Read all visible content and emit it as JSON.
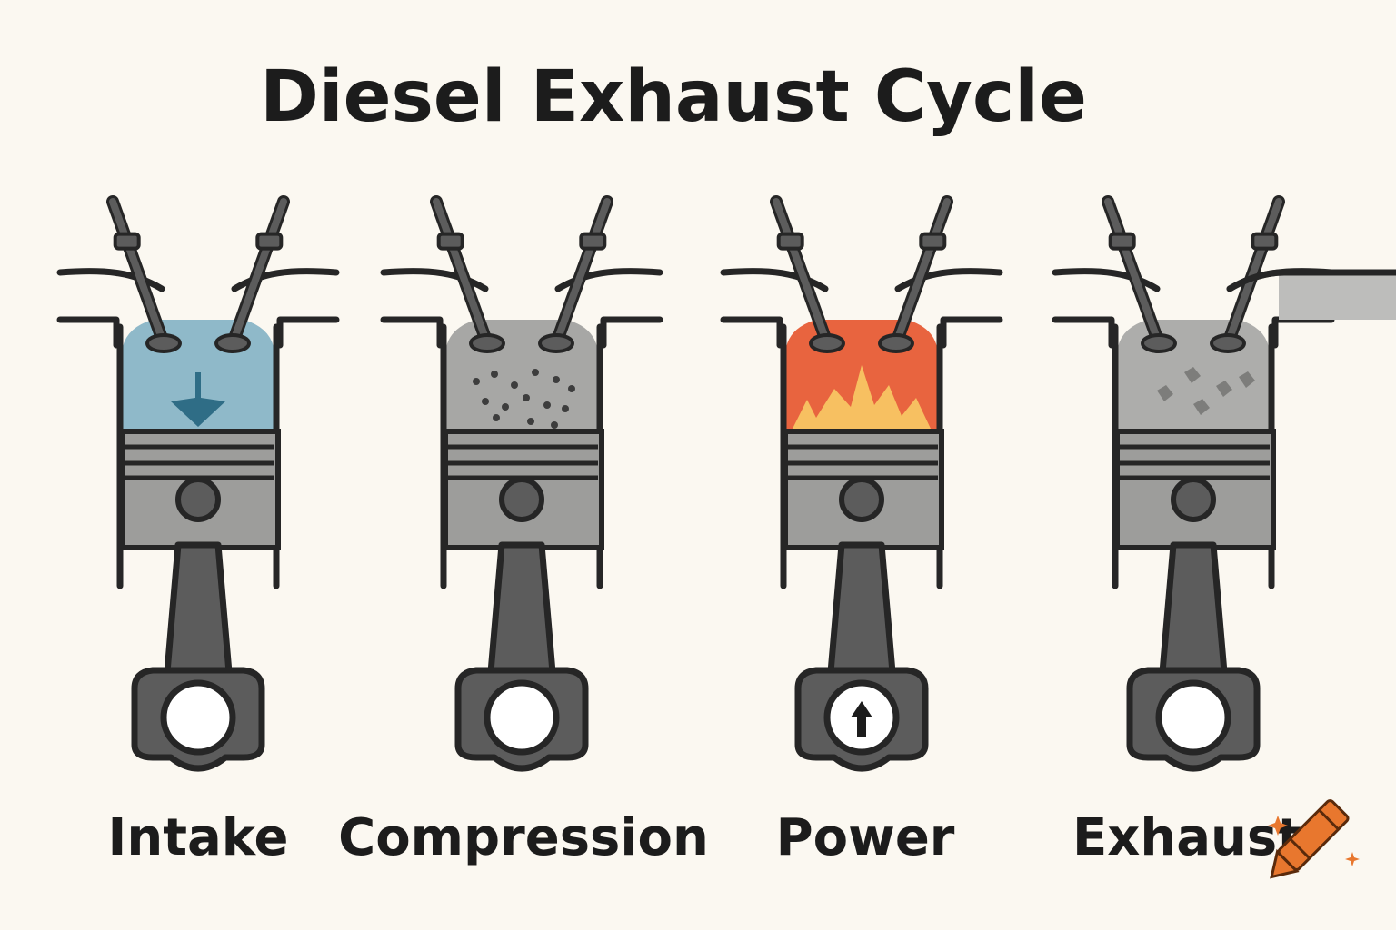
{
  "title": "Diesel Exhaust Cycle",
  "strokes": [
    {
      "label": "Intake",
      "chamber_color": "#8fb9c9",
      "chamber_icon": "down-arrow-icon"
    },
    {
      "label": "Compression",
      "chamber_color": "#a7a7a5",
      "chamber_icon": "compressed-particles-icon"
    },
    {
      "label": "Power",
      "chamber_color": "#e8643f",
      "chamber_icon": "flame-icon"
    },
    {
      "label": "Exhaust",
      "chamber_color": "#adadab",
      "chamber_icon": "exhaust-particles-icon"
    }
  ],
  "colors": {
    "background": "#fbf8f1",
    "outline": "#262626",
    "piston_gray": "#9d9d9b",
    "rod_gray": "#5c5c5c",
    "intake_arrow": "#2f6d86",
    "flame_inner": "#f7c061",
    "crayon_orange": "#e8772e"
  },
  "crank_icon": {
    "power": "up-arrow-icon"
  },
  "watermark": "crayon-icon"
}
